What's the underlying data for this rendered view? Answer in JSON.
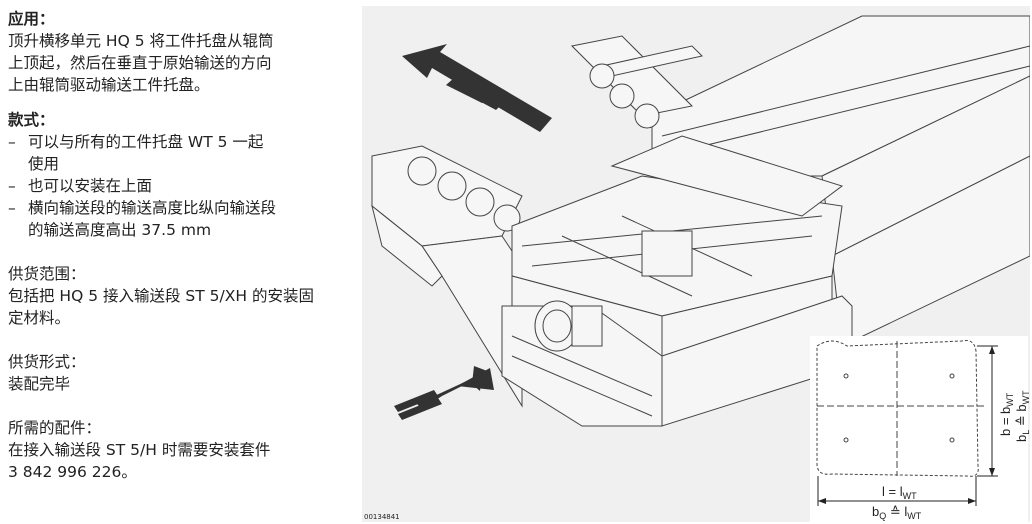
{
  "application": {
    "heading": "应用：",
    "body": [
      "顶升横移单元 HQ 5 将工件托盘从辊筒",
      "上顶起，然后在垂直于原始输送的方向",
      "上由辊筒驱动输送工件托盘。"
    ]
  },
  "design": {
    "heading": "款式：",
    "items": [
      [
        "可以与所有的工件托盘 WT 5 一起",
        "使用"
      ],
      [
        "也可以安装在上面"
      ],
      [
        "横向输送段的输送高度比纵向输送段",
        "的输送高度高出 37.5 mm"
      ]
    ]
  },
  "scope": {
    "label": "供货范围：",
    "body": [
      "包括把 HQ 5 接入输送段 ST 5/XH 的安装固",
      "定材料。"
    ]
  },
  "delivery": {
    "label": "供货形式：",
    "body": "装配完毕"
  },
  "accessories": {
    "label": "所需的配件：",
    "body": [
      "在接入输送段 ST 5/H 时需要安装套件",
      "3 842 996 226。"
    ]
  },
  "figure": {
    "code": "00134841",
    "dim_l": {
      "main": "l = l",
      "sub": "WT"
    },
    "dim_bq": {
      "main": "b",
      "sub1": "Q",
      "mid": " ≙ l",
      "sub2": "WT"
    },
    "dim_b": {
      "main": "b = b",
      "sub": "WT"
    },
    "dim_bl": {
      "main": "b",
      "sub1": "L",
      "mid": " ≙ b",
      "sub2": "WT"
    }
  }
}
